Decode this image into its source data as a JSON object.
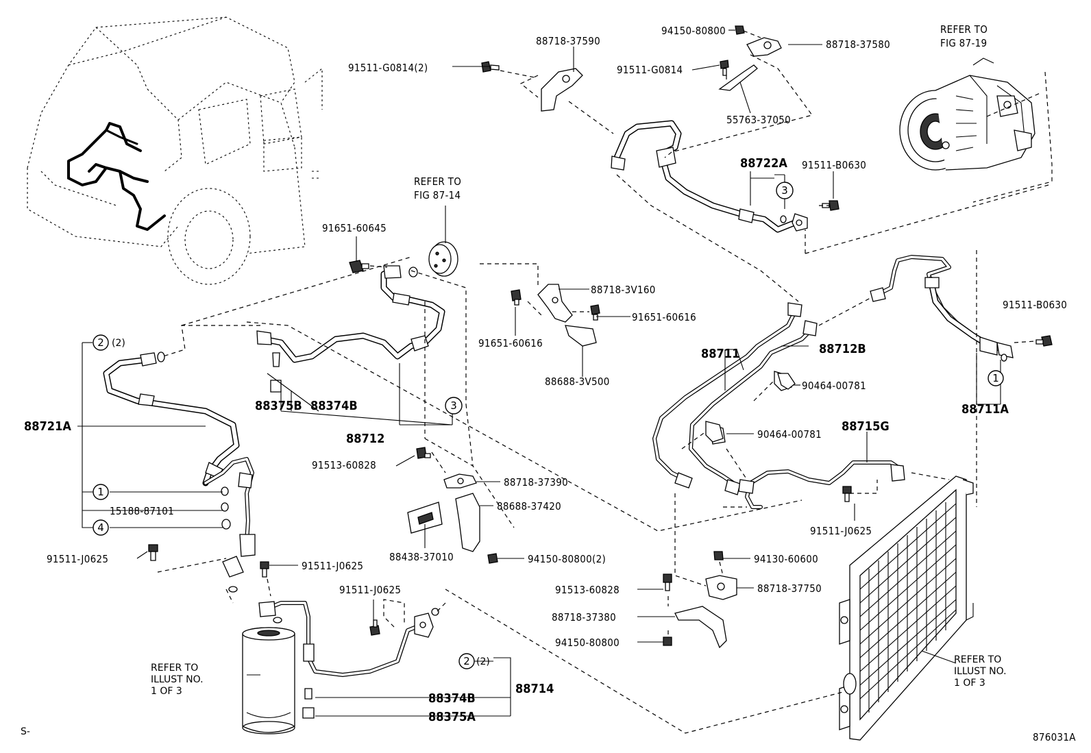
{
  "diagram_id": "876031A",
  "page_mark": "S-",
  "part_numbers": {
    "p88718_37590": "88718-37590",
    "p94150_80800": "94150-80800",
    "p88718_37580": "88718-37580",
    "p91511_G0814_2": "91511-G0814(2)",
    "p91511_G0814": "91511-G0814",
    "p55763_37050": "55763-37050",
    "p88722A": "88722A",
    "p91511_B0630_a": "91511-B0630",
    "p91511_B0630_b": "91511-B0630",
    "p91651_60645": "91651-60645",
    "p88718_3V160": "88718-3V160",
    "p91651_60616_a": "91651-60616",
    "p91651_60616_b": "91651-60616",
    "p88688_3V500": "88688-3V500",
    "p88711": "88711",
    "p88712B": "88712B",
    "p90464_00781_a": "90464-00781",
    "p90464_00781_b": "90464-00781",
    "p88711A": "88711A",
    "p88715G": "88715G",
    "p88375B": "88375B",
    "p88374B_a": "88374B",
    "p88712": "88712",
    "p88721A": "88721A",
    "p15188_87101": "15188-87101",
    "p91513_60828_a": "91513-60828",
    "p88718_37390": "88718-37390",
    "p88688_37420": "88688-37420",
    "p88438_37010": "88438-37010",
    "p94150_80800_2": "94150-80800(2)",
    "p91511_J0625_a": "91511-J0625",
    "p91511_J0625_b": "91511-J0625",
    "p91511_J0625_c": "91511-J0625",
    "p91511_J0625_d": "91511-J0625",
    "p94130_60600": "94130-60600",
    "p91513_60828_b": "91513-60828",
    "p88718_37750": "88718-37750",
    "p88718_37380": "88718-37380",
    "p94150_80800_b": "94150-80800",
    "p88374B_b": "88374B",
    "p88375A": "88375A",
    "p88714": "88714"
  },
  "refs": {
    "fig_87_19_line1": "REFER TO",
    "fig_87_19_line2": "FIG 87-19",
    "fig_87_14_line1": "REFER TO",
    "fig_87_14_line2": "FIG 87-14",
    "illust_left_line1": "REFER TO",
    "illust_left_line2": "ILLUST NO.",
    "illust_left_line3": "1 OF 3",
    "illust_right_line1": "REFER TO",
    "illust_right_line2": "ILLUST NO.",
    "illust_right_line3": "1 OF 3"
  },
  "callouts": {
    "c1": "1",
    "c2": "2",
    "c3": "3",
    "c4": "4",
    "qty2": "(2)"
  }
}
